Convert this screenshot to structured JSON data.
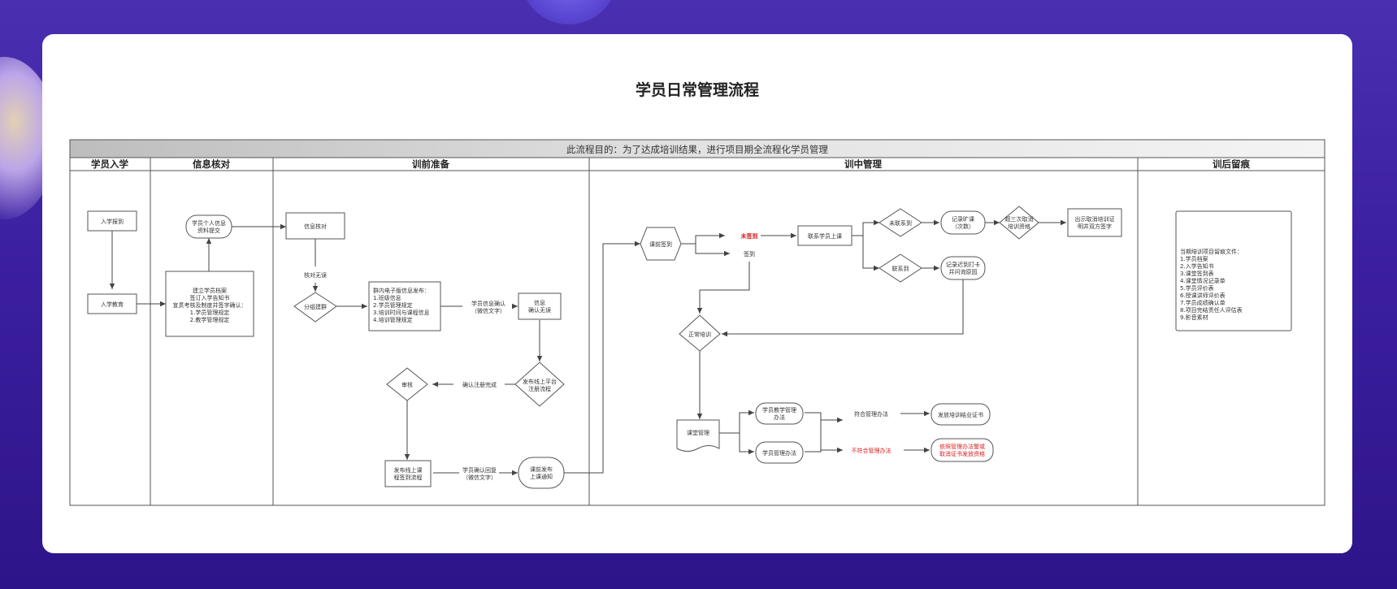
{
  "title": "学员日常管理流程",
  "banner": "此流程目的：为了达成培训结果，进行项目期全流程化学员管理",
  "lanes": [
    "学员入学",
    "信息核对",
    "训前准备",
    "训中管理",
    "训后留痕"
  ],
  "nodes": {
    "enroll_report": "入学报到",
    "enroll_edu": "入学教育",
    "submit_info": [
      "学员个人信息",
      "资料提交"
    ],
    "build_archive": [
      "建立学员档案",
      "签订入学告知书",
      "宣贯考核及制度并签字确认：",
      "1.学员管理规定",
      "2.教学管理规定"
    ],
    "info_check": "信息核对",
    "check_ok": "核对无误",
    "group": "分组建群",
    "publish_group": [
      "群内电子版信息发布：",
      "1.班级信息",
      "2.学员管理规定",
      "3.培训时间与课程信息",
      "4.培训管理规定"
    ],
    "confirm_wechat": [
      "学员信息确认",
      "（微信文字）"
    ],
    "info_ok": [
      "信息",
      "确认无误"
    ],
    "publish_online": [
      "发布线上平台",
      "注册流程"
    ],
    "confirm_reg": "确认注册完成",
    "review": "审核",
    "publish_signin": [
      "发布线上课",
      "程签到流程"
    ],
    "confirm_reply": [
      "学员确认回复",
      "（微信文字）"
    ],
    "notify": [
      "课前发布",
      "上课通知"
    ],
    "pre_signin": "课前签到",
    "not_signed": "未签到",
    "signed": "签到",
    "contact_student": "联系学员上课",
    "not_reached": "未联系到",
    "reached": "联系到",
    "record_absence": [
      "记录旷课",
      "（次数）"
    ],
    "over3": [
      "超三次取消",
      "培训资格"
    ],
    "cancel_cert": [
      "出示取消培训证",
      "明并双方签字"
    ],
    "record_late": [
      "记录迟到打卡",
      "并问询原因"
    ],
    "normal_train": "正常培训",
    "class_mgmt": "课堂管理",
    "teach_rules": [
      "学员教学管理",
      "办法"
    ],
    "student_rules": "学员管理办法",
    "comply": "符合管理办法",
    "not_comply": "不符合管理办法",
    "issue_cert": "发放培训结业证书",
    "punish": [
      "依照管理办法警或",
      "取消证书发放资格"
    ]
  },
  "archive_list": [
    "当期培训项目留痕文件：",
    "1.学员档案",
    "2.入学告知书",
    "3.课堂签到表",
    "4.课堂情况记录单",
    "5.学员评价表",
    "6.授课讲师评价表",
    "7.学员成绩确认单",
    "8.项目完结责任人评估表",
    "9.影音素材"
  ],
  "colors": {
    "highlight": "#d42020",
    "banner_bg": "#cfcfcf",
    "line": "#444444"
  }
}
